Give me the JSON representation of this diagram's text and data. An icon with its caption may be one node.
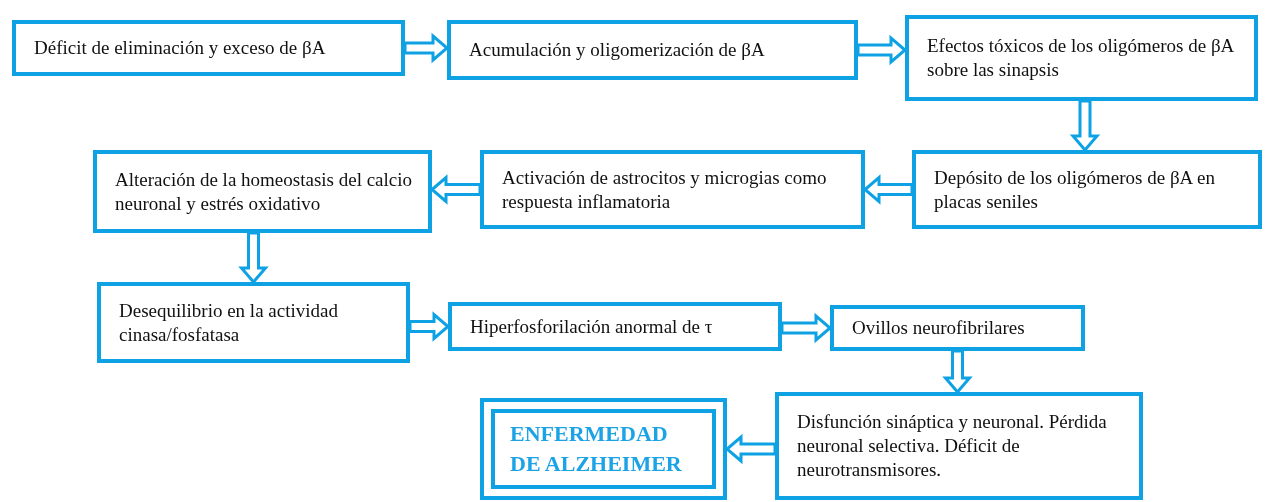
{
  "diagram": {
    "nodes": [
      {
        "text": [
          "Déficit de eliminación y exceso de βA"
        ]
      },
      {
        "text": [
          "Acumulación y oligomerización de βA"
        ]
      },
      {
        "text": [
          "Efectos tóxicos de los oligómeros de βA sobre las sinapsis"
        ]
      },
      {
        "text": [
          "Depósito de los oligómeros de βA en placas seniles"
        ]
      },
      {
        "text": [
          "Activación de astrocitos y microgias como respuesta inflamatoria"
        ]
      },
      {
        "text": [
          "Alteración de la homeostasis del calcio neuronal y estrés oxidativo"
        ]
      },
      {
        "text": [
          "Desequilibrio en la actividad cinasa/fosfatasa"
        ]
      },
      {
        "text": [
          "Hiperfosforilación anormal de τ"
        ]
      },
      {
        "text": [
          "Ovillos neurofibrilares"
        ]
      },
      {
        "text": [
          "Disfunción sináptica y neuronal. Pérdida neuronal selectiva. Déficit de neurotransmisores."
        ]
      },
      {
        "text": [
          "ENFERMEDAD DE ALZHEIMER"
        ]
      }
    ],
    "edges": [
      {
        "from": 0,
        "to": 1,
        "arrow": "to"
      },
      {
        "from": 1,
        "to": 2,
        "arrow": "to"
      },
      {
        "from": 2,
        "to": 3,
        "arrow": "to"
      },
      {
        "from": 3,
        "to": 4,
        "arrow": "to"
      },
      {
        "from": 4,
        "to": 5,
        "arrow": "to"
      },
      {
        "from": 5,
        "to": 6,
        "arrow": "to"
      },
      {
        "from": 6,
        "to": 7,
        "arrow": "to"
      },
      {
        "from": 7,
        "to": 8,
        "arrow": "to"
      },
      {
        "from": 8,
        "to": 9,
        "arrow": "to"
      },
      {
        "from": 9,
        "to": 10,
        "arrow": "to"
      }
    ]
  }
}
